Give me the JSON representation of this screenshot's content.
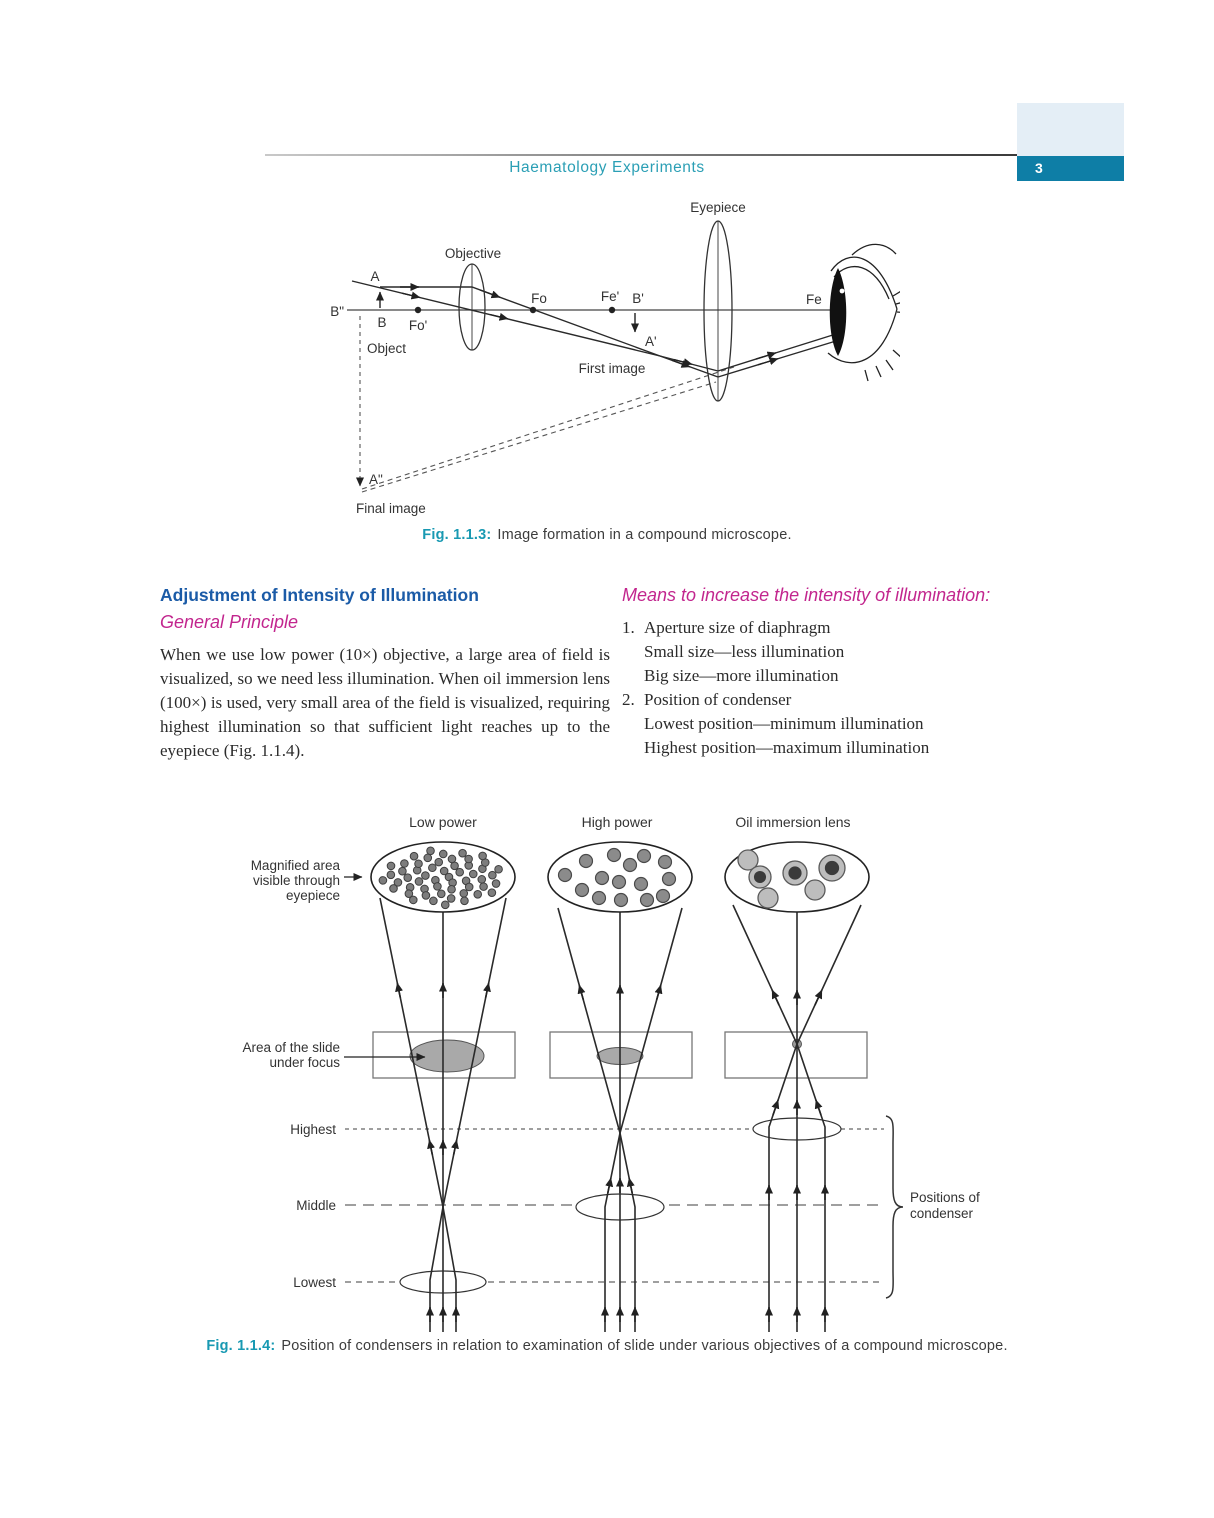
{
  "header": {
    "title": "Haematology Experiments",
    "page_number": "3"
  },
  "fig3": {
    "caption_label": "Fig. 1.1.3:",
    "caption_text": "Image formation in a compound microscope.",
    "labels": {
      "eyepiece": "Eyepiece",
      "objective": "Objective",
      "object": "Object",
      "first_image": "First image",
      "final_image": "Final image",
      "a": "A",
      "b": "B",
      "b_dbl": "B\"",
      "a_dbl": "A\"",
      "a_prime": "A'",
      "b_prime": "B'",
      "fo": "Fo",
      "fo_prime": "Fo'",
      "fe": "Fe",
      "fe_prime": "Fe'"
    }
  },
  "sections": {
    "left": {
      "heading": "Adjustment of Intensity of Illumination",
      "subheading": "General Principle",
      "paragraph": "When we use low power (10×) objective, a large area of field is visualized, so we need less illumination. When oil immersion lens (100×) is used, very small area of the field is visualized, requiring highest illumination so that sufficient light reaches up to the eyepiece (Fig. 1.1.4)."
    },
    "right": {
      "heading": "Means to increase the intensity of illumination:",
      "items": [
        {
          "number": "1.",
          "text": "Aperture size of diaphragm",
          "subitems": [
            "Small size—less illumination",
            "Big size—more illumination"
          ]
        },
        {
          "number": "2.",
          "text": "Position of condenser",
          "subitems": [
            "Lowest position—minimum illumination",
            "Highest position—maximum illumination"
          ]
        }
      ]
    }
  },
  "fig4": {
    "caption_label": "Fig. 1.1.4:",
    "caption_text": "Position of condensers in relation to examination of slide under various objectives of a compound microscope.",
    "columns": [
      "Low power",
      "High power",
      "Oil immersion lens"
    ],
    "magnified_label": [
      "Magnified area",
      "visible through",
      "eyepiece"
    ],
    "slide_label": [
      "Area of the slide",
      "under focus"
    ],
    "positions": [
      "Highest",
      "Middle",
      "Lowest"
    ],
    "brace_label": [
      "Positions of",
      "condenser"
    ]
  }
}
